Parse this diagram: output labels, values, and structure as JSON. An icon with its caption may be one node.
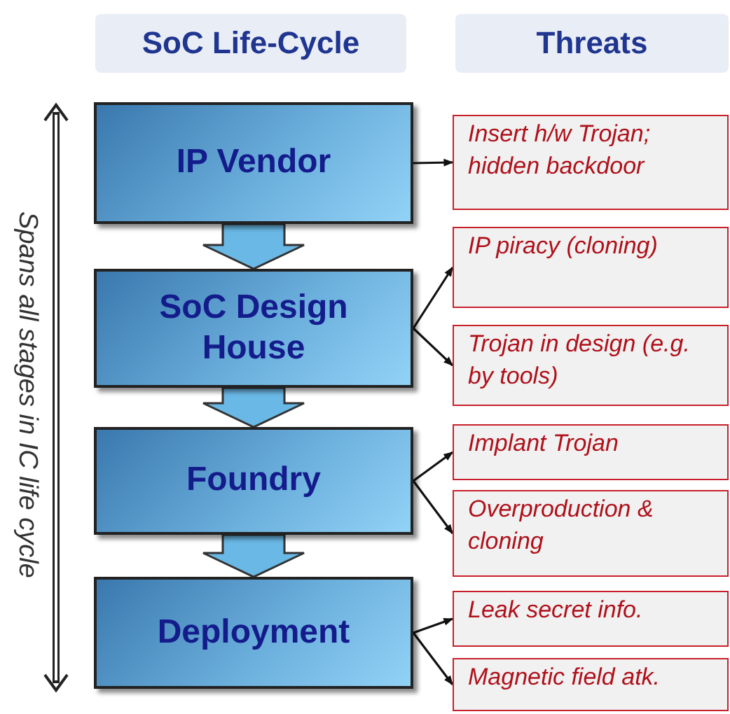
{
  "diagram": {
    "nodes": [
      {
        "text": [
          "SoC Life-Cycle"
        ]
      },
      {
        "text": [
          "Threats"
        ]
      },
      {
        "text": [
          "IP Vendor"
        ]
      },
      {
        "text": [
          "SoC Design House"
        ]
      },
      {
        "text": [
          "Foundry"
        ]
      },
      {
        "text": [
          "Deployment"
        ]
      },
      {
        "text": [
          "Insert h/w Trojan; hidden backdoor"
        ]
      },
      {
        "text": [
          "IP piracy (cloning)"
        ]
      },
      {
        "text": [
          "Trojan in design (e.g. by tools)"
        ]
      },
      {
        "text": [
          "Implant Trojan"
        ]
      },
      {
        "text": [
          "Overproduction & cloning"
        ]
      },
      {
        "text": [
          "Leak secret info."
        ]
      },
      {
        "text": [
          "Magnetic field atk."
        ]
      }
    ],
    "edges": [
      {
        "from": 2,
        "to": 3,
        "arrow": "to",
        "style": "thick",
        "color": "#6ab8e6"
      },
      {
        "from": 3,
        "to": 4,
        "arrow": "to",
        "style": "thick",
        "color": "#6ab8e6"
      },
      {
        "from": 4,
        "to": 5,
        "arrow": "to",
        "style": "thick",
        "color": "#6ab8e6"
      },
      {
        "from": 2,
        "to": 6,
        "arrow": "to"
      },
      {
        "from": 3,
        "to": 7,
        "arrow": "to"
      },
      {
        "from": 3,
        "to": 8,
        "arrow": "to"
      },
      {
        "from": 4,
        "to": 9,
        "arrow": "to"
      },
      {
        "from": 4,
        "to": 10,
        "arrow": "to"
      },
      {
        "from": 5,
        "to": 11,
        "arrow": "to"
      },
      {
        "from": 5,
        "to": 12,
        "arrow": "to"
      }
    ],
    "labels": [
      "Spans all stages in IC life cycle"
    ]
  }
}
